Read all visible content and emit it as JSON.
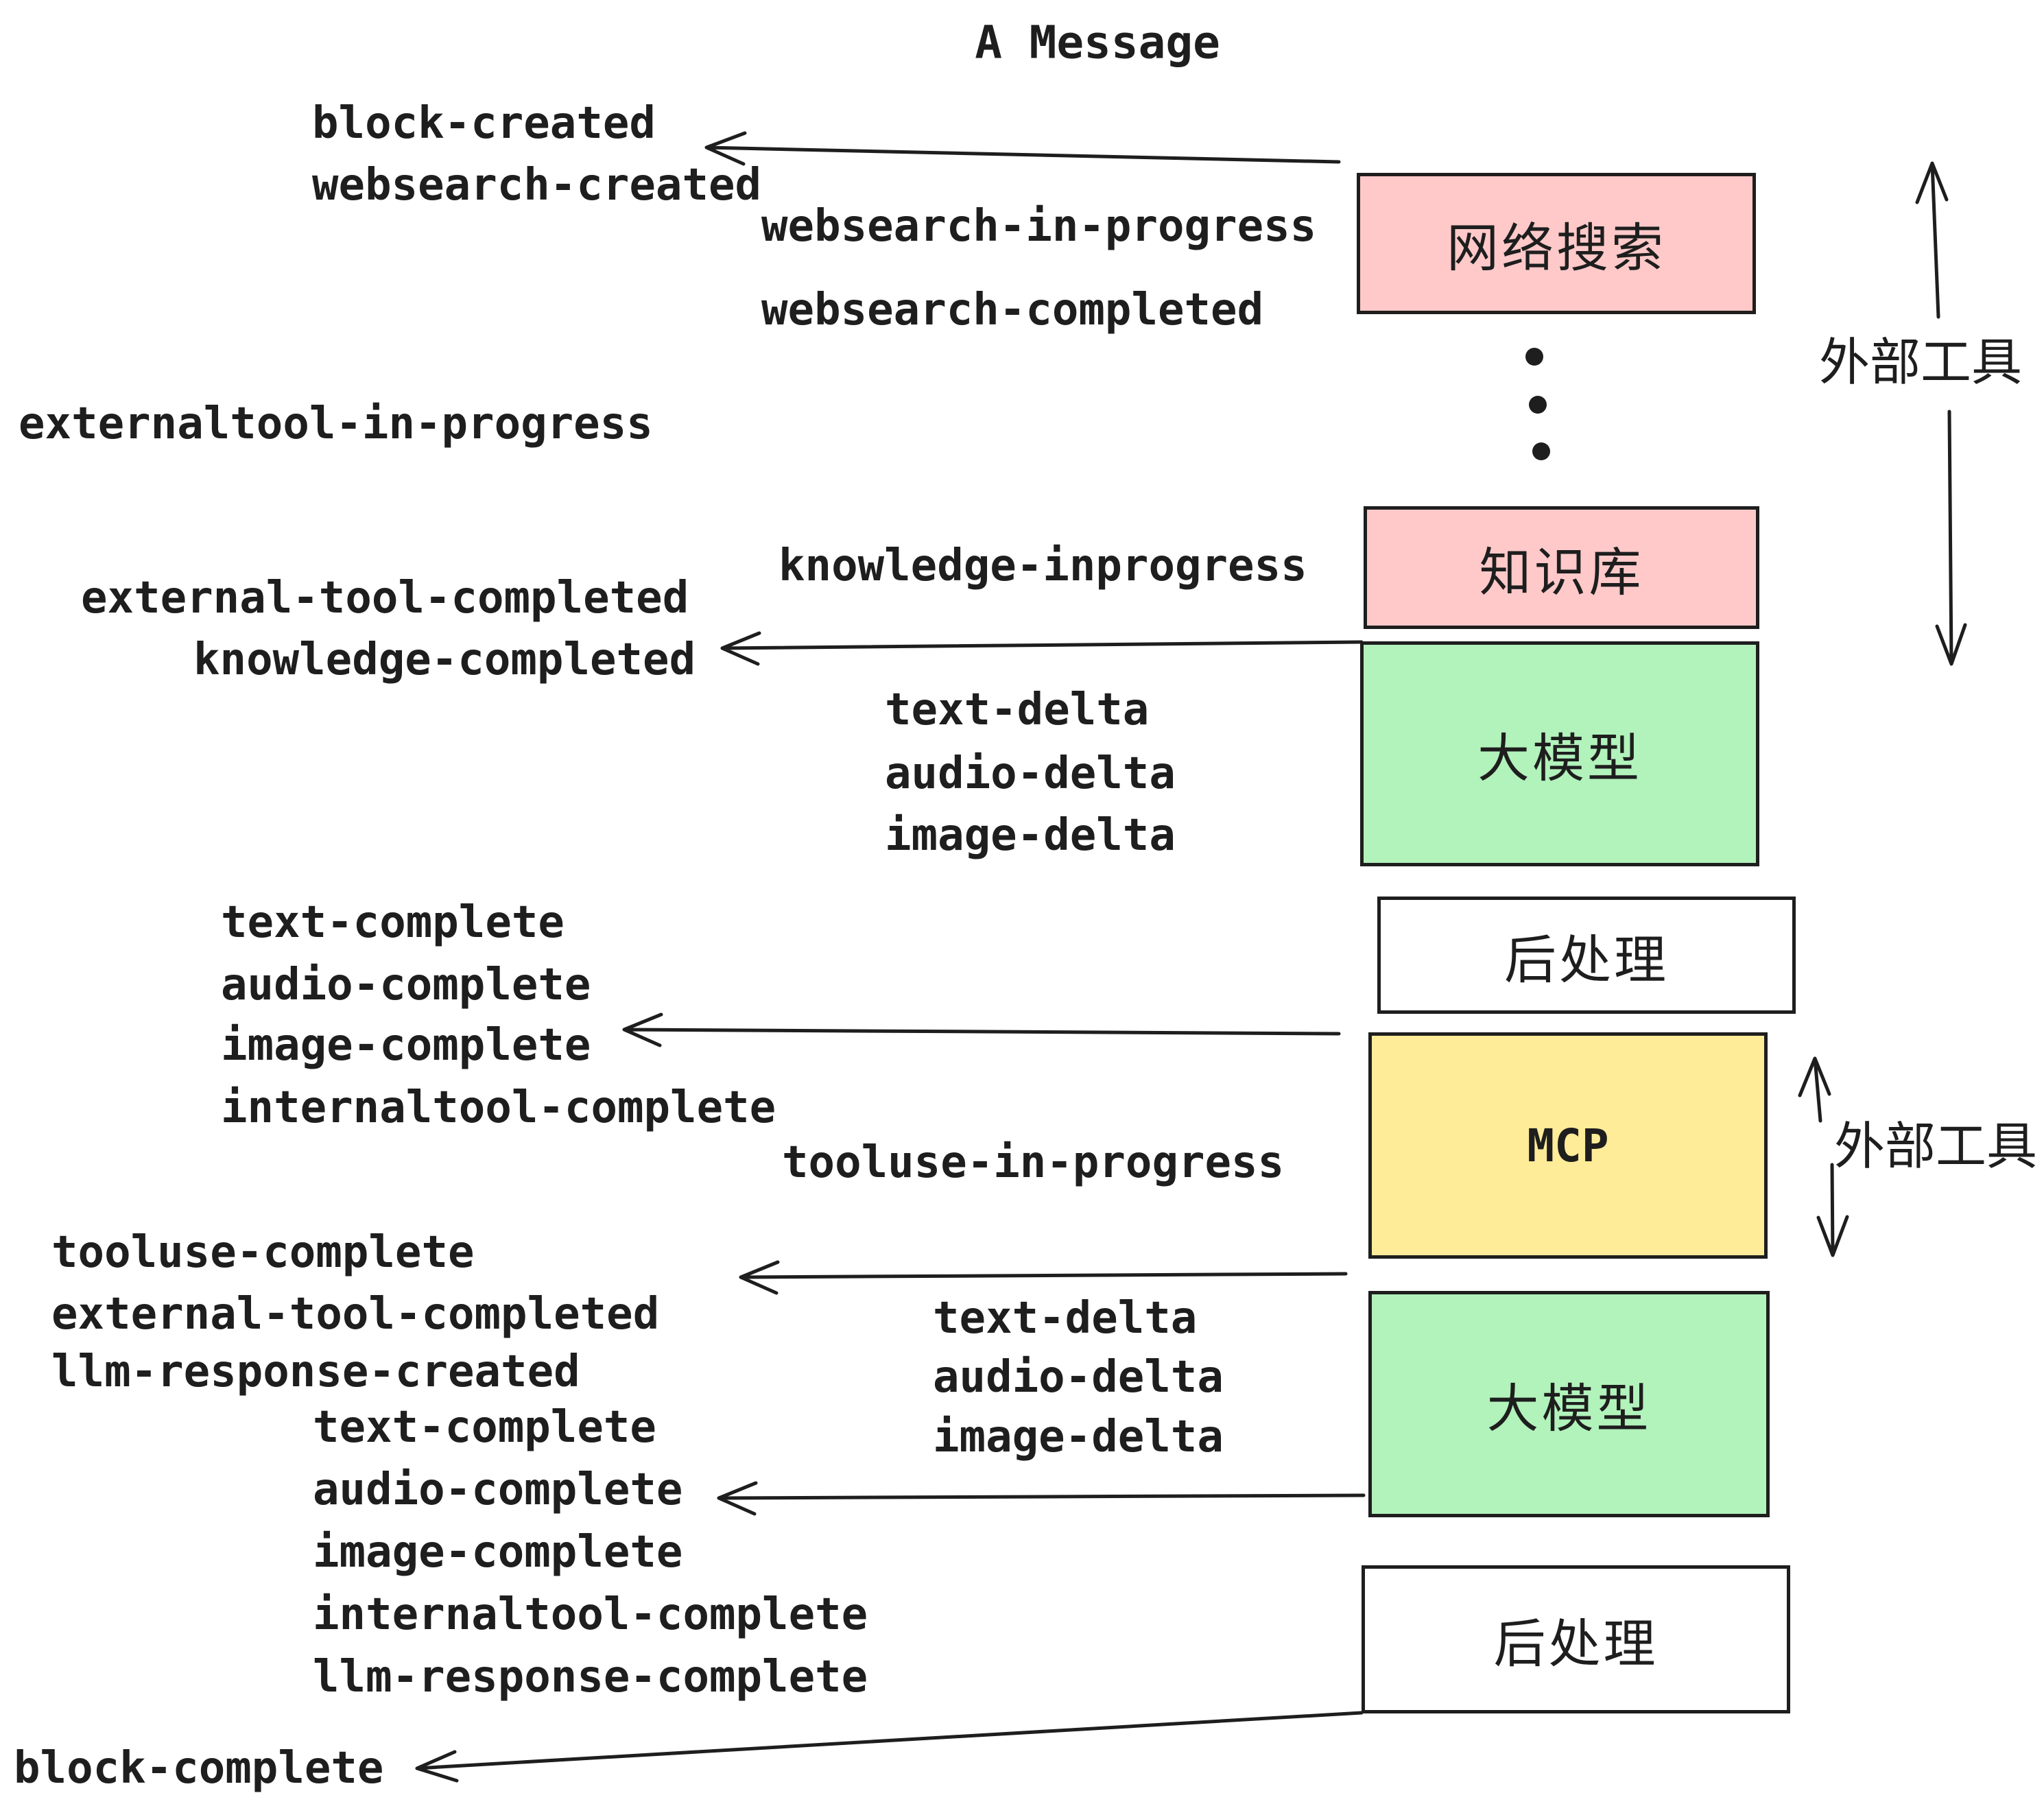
{
  "title": "A Message",
  "colors": {
    "stroke": "#1e1e1e",
    "pink": "#ffc9c9",
    "green": "#b2f2bb",
    "yellow": "#ffec99",
    "white": "#ffffff",
    "background": "#ffffff"
  },
  "boxes": [
    {
      "id": "websearch",
      "label": "网络搜索",
      "color": "#ffc9c9"
    },
    {
      "id": "knowledge",
      "label": "知识库",
      "color": "#ffc9c9"
    },
    {
      "id": "llm-1",
      "label": "大模型",
      "color": "#b2f2bb"
    },
    {
      "id": "postprocess-1",
      "label": "后处理",
      "color": "#ffffff"
    },
    {
      "id": "mcp",
      "label": "MCP",
      "color": "#ffec99"
    },
    {
      "id": "llm-2",
      "label": "大模型",
      "color": "#b2f2bb"
    },
    {
      "id": "postprocess-2",
      "label": "后处理",
      "color": "#ffffff"
    }
  ],
  "side_labels": [
    {
      "label": "外部工具"
    },
    {
      "label": "外部工具"
    }
  ],
  "events": [
    {
      "label": "block-created"
    },
    {
      "label": "websearch-created"
    },
    {
      "label": "websearch-in-progress"
    },
    {
      "label": "websearch-completed"
    },
    {
      "label": "externaltool-in-progress"
    },
    {
      "label": "knowledge-inprogress"
    },
    {
      "label": "external-tool-completed"
    },
    {
      "label": "knowledge-completed"
    },
    {
      "label": "text-delta"
    },
    {
      "label": "audio-delta"
    },
    {
      "label": "image-delta"
    },
    {
      "label": "text-complete"
    },
    {
      "label": "audio-complete"
    },
    {
      "label": "image-complete"
    },
    {
      "label": "internaltool-complete"
    },
    {
      "label": "tooluse-in-progress"
    },
    {
      "label": "tooluse-complete"
    },
    {
      "label": "external-tool-completed"
    },
    {
      "label": "llm-response-created"
    },
    {
      "label": "text-complete"
    },
    {
      "label": "audio-complete"
    },
    {
      "label": "image-complete"
    },
    {
      "label": "internaltool-complete"
    },
    {
      "label": "llm-response-complete"
    },
    {
      "label": "block-complete"
    }
  ]
}
